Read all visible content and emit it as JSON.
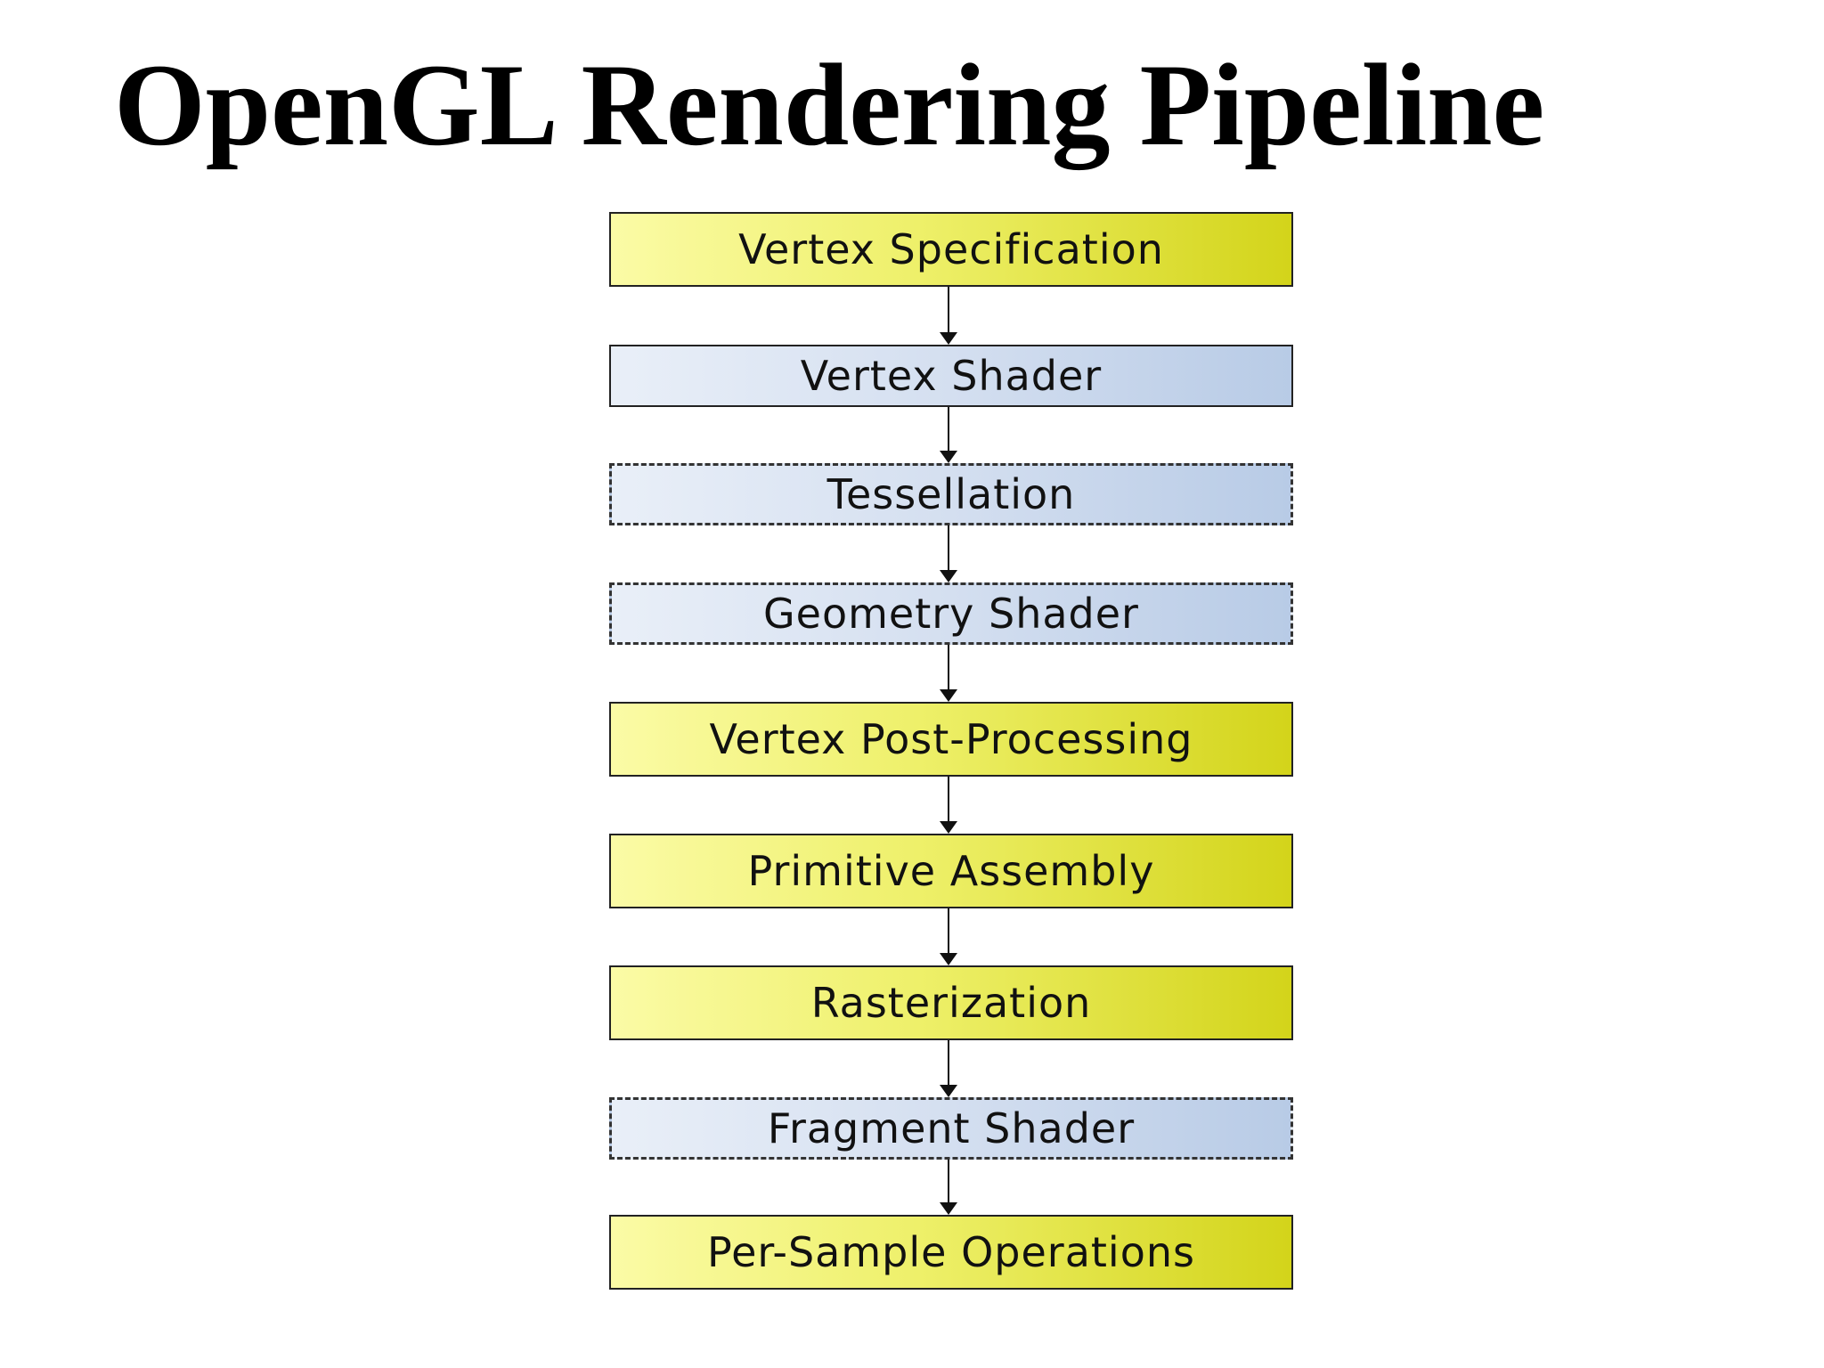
{
  "title": "OpenGL Rendering Pipeline",
  "stages": [
    {
      "label": "Vertex Specification",
      "style": "fixed",
      "name": "stage-vertex-specification"
    },
    {
      "label": "Vertex Shader",
      "style": "programmable",
      "name": "stage-vertex-shader"
    },
    {
      "label": "Tessellation",
      "style": "optional",
      "name": "stage-tessellation"
    },
    {
      "label": "Geometry Shader",
      "style": "optional",
      "name": "stage-geometry-shader"
    },
    {
      "label": "Vertex Post-Processing",
      "style": "fixed",
      "name": "stage-vertex-post-processing"
    },
    {
      "label": "Primitive Assembly",
      "style": "fixed",
      "name": "stage-primitive-assembly"
    },
    {
      "label": "Rasterization",
      "style": "fixed",
      "name": "stage-rasterization"
    },
    {
      "label": "Fragment Shader",
      "style": "optional",
      "name": "stage-fragment-shader"
    },
    {
      "label": "Per-Sample Operations",
      "style": "fixed",
      "name": "stage-per-sample-operations"
    }
  ],
  "colors": {
    "fixed_stage": "#eef06a",
    "programmable_stage": "#d4dff0",
    "border": "#222222"
  }
}
